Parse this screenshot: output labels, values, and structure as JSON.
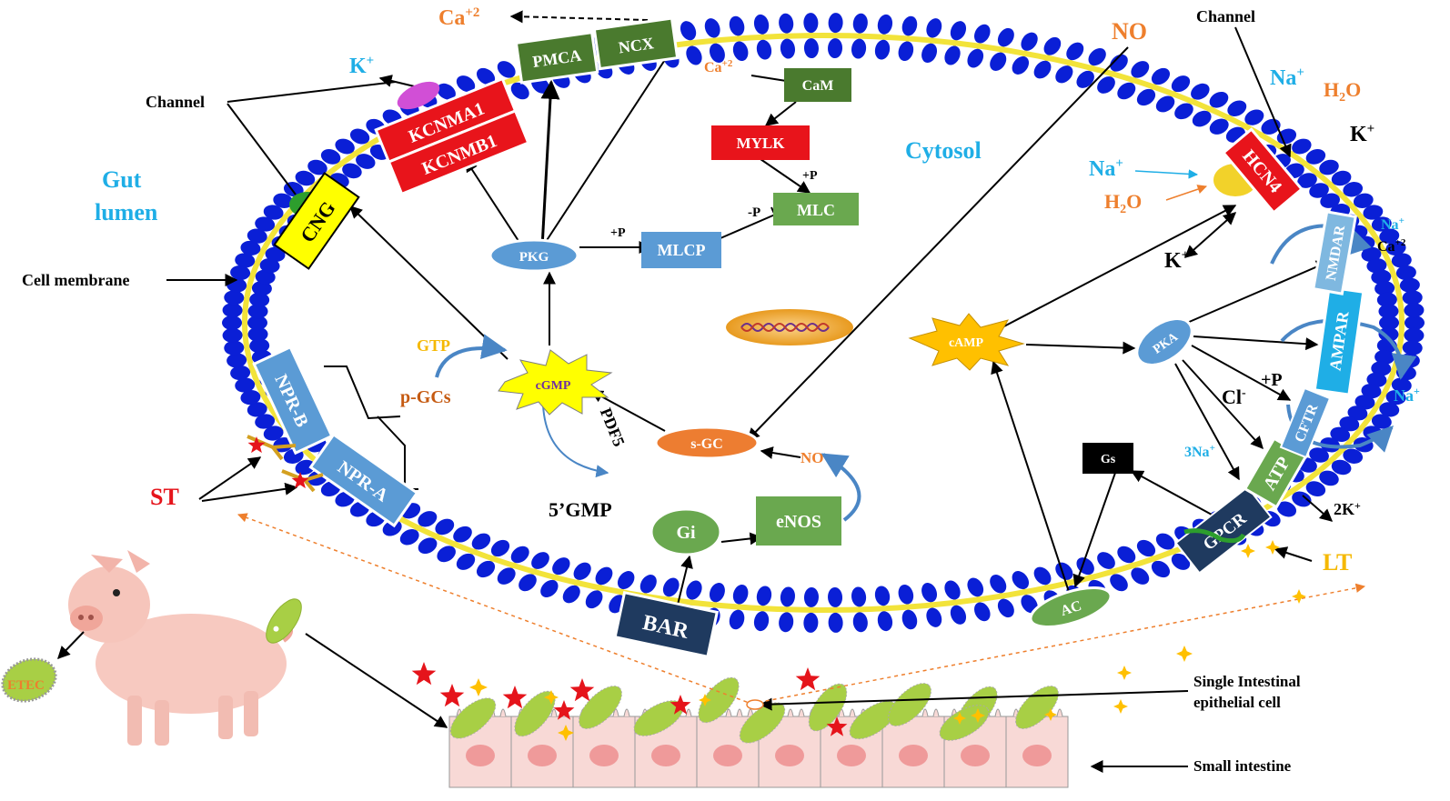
{
  "labels": {
    "ca2_top": "Ca",
    "ca2_top_sup": "+2",
    "k_plus_top": "K",
    "k_plus_top_sup": "+",
    "channel_left": "Channel",
    "gut": "Gut",
    "lumen": "lumen",
    "cell_membrane": "Cell membrane",
    "st": "ST",
    "etec": "ETEC",
    "no_top": "NO",
    "channel_right": "Channel",
    "na_plus_top": "Na",
    "h2o_top": "H",
    "h2o_top_sub": "2",
    "h2o_top_o": "O",
    "k_plus_right": "K",
    "cytosol": "Cytosol",
    "na_plus_arrow": "Na",
    "h2o_arrow": "H",
    "h2o_arrow_sub": "2",
    "h2o_arrow_o": "O",
    "k_plus_mid": "K",
    "na_nmdar": "Na",
    "ca_nmdar": "Ca",
    "ca_nmdar_sup": "+2",
    "na_ampar": "Na",
    "cl_minus": "Cl",
    "cl_sup": "-",
    "plus_p_cftr": "+P",
    "na3": "3Na",
    "k2": "2K",
    "lt": "LT",
    "ca_cam": "Ca",
    "ca_cam_sup": "+2",
    "plus_p_mlc": "+P",
    "minus_p": "-P",
    "plus_p_mlcp": "+P",
    "gtp": "GTP",
    "p_gcs": "p-GCs",
    "pdf5": "PDF5",
    "five_gmp": "5’GMP",
    "no_enos": "NO",
    "single_cell_1": "Single Intestinal",
    "single_cell_2": "epithelial cell",
    "small_intestine": "Small intestine"
  },
  "nodes": {
    "pmca": "PMCA",
    "ncx": "NCX",
    "kcnma1": "KCNMA1",
    "kcnmb1": "KCNMB1",
    "cng": "CNG",
    "cam": "CaM",
    "mylk": "MYLK",
    "mlc": "MLC",
    "pkg": "PKG",
    "mlcp": "MLCP",
    "cgmp": "cGMP",
    "s_gc": "s-GC",
    "npr_b": "NPR-B",
    "npr_a": "NPR-A",
    "gi": "Gi",
    "enos": "eNOS",
    "bar": "BAR",
    "camp": "cAMP",
    "pka": "PKA",
    "gs": "Gs",
    "ac": "AC",
    "hcn4": "HCN4",
    "nmdar": "NMDAR",
    "ampar": "AMPAR",
    "cftr": "CFTR",
    "atp": "ATP",
    "gpcr": "GPCR"
  },
  "colors": {
    "membrane_blue": "#0a1fd6",
    "lipid_yellow": "#f2e33a",
    "dark_green": "#4a7a2e",
    "green": "#6aa84f",
    "red": "#e8141b",
    "steel_blue": "#5b9bd5",
    "navy": "#1f3a5f",
    "orange": "#ed7d31",
    "yellow": "#ffff00",
    "gold": "#ffc000",
    "cyan_text": "#1faee6",
    "orange_text": "#ee7f2d",
    "bacteria_green": "#a8cf45",
    "cell_pink": "#f8d9d6"
  }
}
